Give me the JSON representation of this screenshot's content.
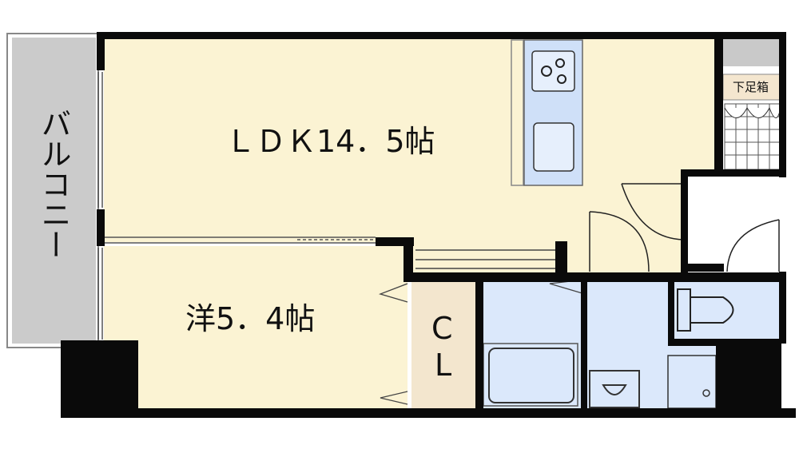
{
  "rooms": {
    "balcony": "バルコニー",
    "ldk": "ＬＤＫ14．5帖",
    "western_room": "洋5．4帖",
    "closet_line1": "C",
    "closet_line2": "L",
    "shoe_box": "下足箱"
  },
  "colors": {
    "wall": "#0a0a0a",
    "living_floor": "#fbf3d3",
    "closet_floor": "#f3e6ce",
    "wet_area": "#dbe8fb",
    "balcony": "#cbcbcb",
    "fixture": "#cfe0f8"
  }
}
